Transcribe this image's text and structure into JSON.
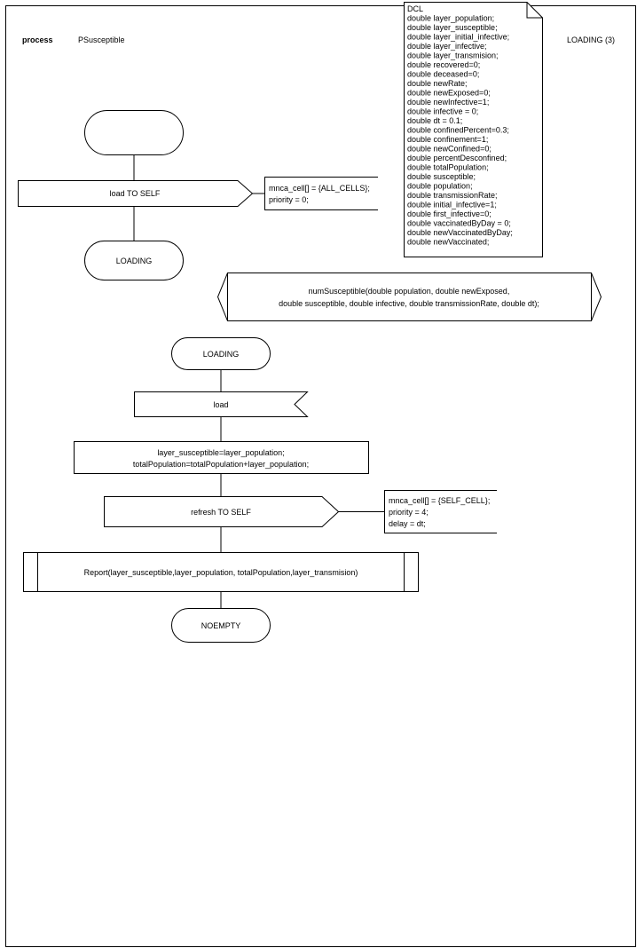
{
  "header": {
    "keyword": "process",
    "name": "PSusceptible",
    "page_ref": "LOADING (3)"
  },
  "declaration": {
    "lines": [
      "DCL",
      "double layer_population;",
      "double layer_susceptible;",
      "double layer_initial_infective;",
      "double layer_infective;",
      "double layer_transmision;",
      "double recovered=0;",
      "double deceased=0;",
      "double newRate;",
      "double newExposed=0;",
      "double newInfective=1;",
      "double infective = 0;",
      "double dt = 0.1;",
      "double confinedPercent=0.3;",
      "double confinement=1;",
      "double newConfined=0;",
      "double percentDesconfined;",
      "double totalPopulation;",
      "double susceptible;",
      "double population;",
      "double transmissionRate;",
      "double initial_infective=1;",
      "double first_infective=0;",
      "double vaccinatedByDay = 0;",
      "double newVaccinatedByDay;",
      "double newVaccinated;"
    ]
  },
  "start_branch": {
    "output_label": "load TO SELF",
    "output_comment": [
      "mnca_cell[] = {ALL_CELLS};",
      "priority = 0;"
    ],
    "next_state": "LOADING"
  },
  "procedure_decl": {
    "lines": [
      "numSusceptible(double population, double newExposed,",
      "double susceptible, double infective, double transmissionRate, double dt);"
    ]
  },
  "loading_branch": {
    "state": "LOADING",
    "input_label": "load",
    "task_lines": [
      "layer_susceptible=layer_population;",
      "totalPopulation=totalPopulation+layer_population;"
    ],
    "output_label": "refresh TO SELF",
    "output_comment": [
      "mnca_cell[] = {SELF_CELL};",
      "priority = 4;",
      "delay = dt;"
    ],
    "procedure_call": "Report(layer_susceptible,layer_population, totalPopulation,layer_transmision)",
    "next_state": "NOEMPTY"
  }
}
